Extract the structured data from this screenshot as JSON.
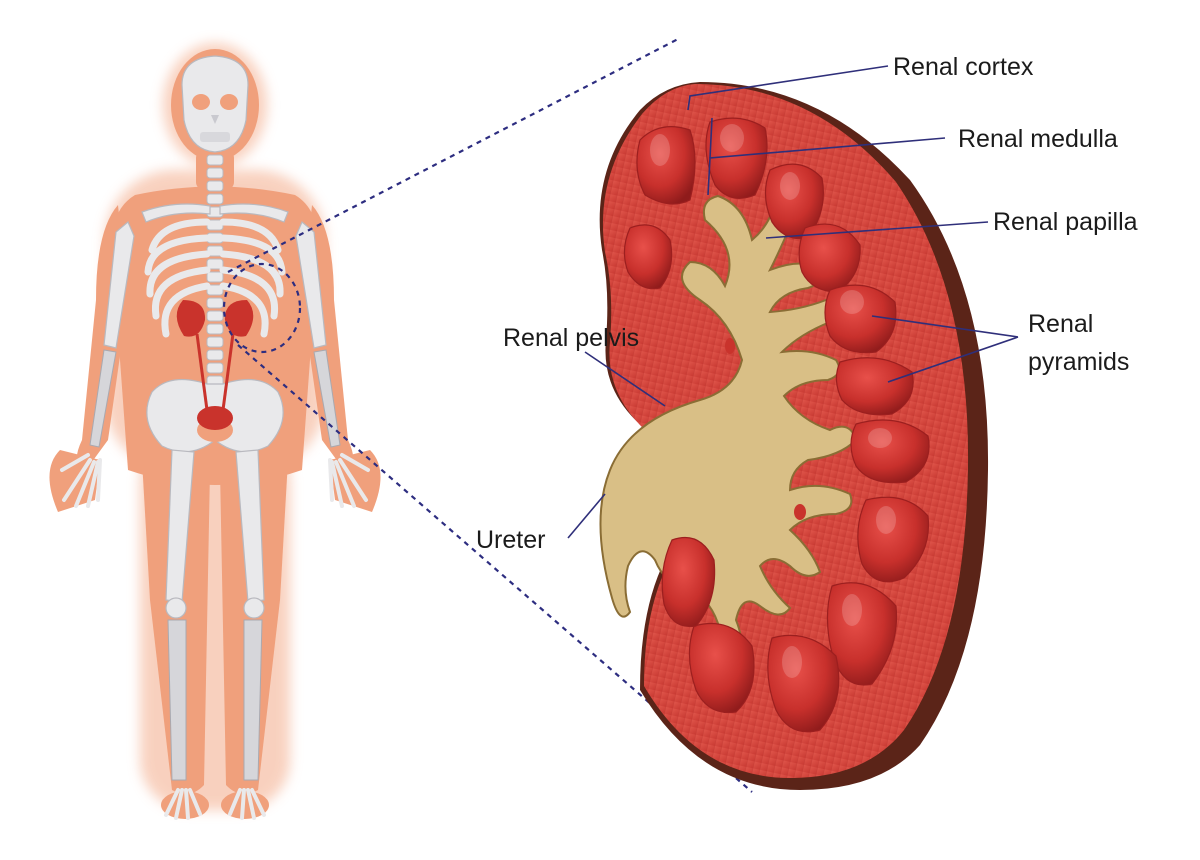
{
  "labels": {
    "renal_cortex": "Renal cortex",
    "renal_medulla": "Renal medulla",
    "renal_papilla": "Renal papilla",
    "renal_pyramids_line1": "Renal",
    "renal_pyramids_line2": "pyramids",
    "renal_pelvis": "Renal pelvis",
    "ureter": "Ureter"
  },
  "colors": {
    "body_skin": "#f0a07c",
    "body_glow": "#f8ccb8",
    "bone": "#e9e9eb",
    "kidney_cortex": "#d9473e",
    "kidney_rim": "#5b2418",
    "pyramid": "#c8302c",
    "pelvis": "#d9bf86",
    "leader_line": "#2f2f7a"
  }
}
